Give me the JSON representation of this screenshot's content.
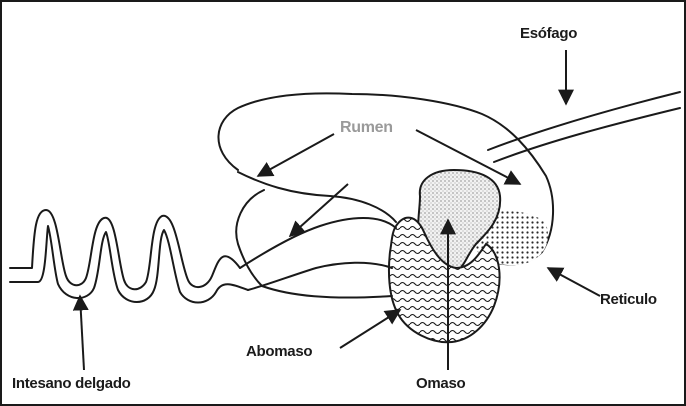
{
  "labels": {
    "esofago": "Esófago",
    "rumen": "Rumen",
    "reticulo": "Reticulo",
    "abomaso": "Abomaso",
    "omaso": "Omaso",
    "intestino": "Intesano delgado"
  }
}
